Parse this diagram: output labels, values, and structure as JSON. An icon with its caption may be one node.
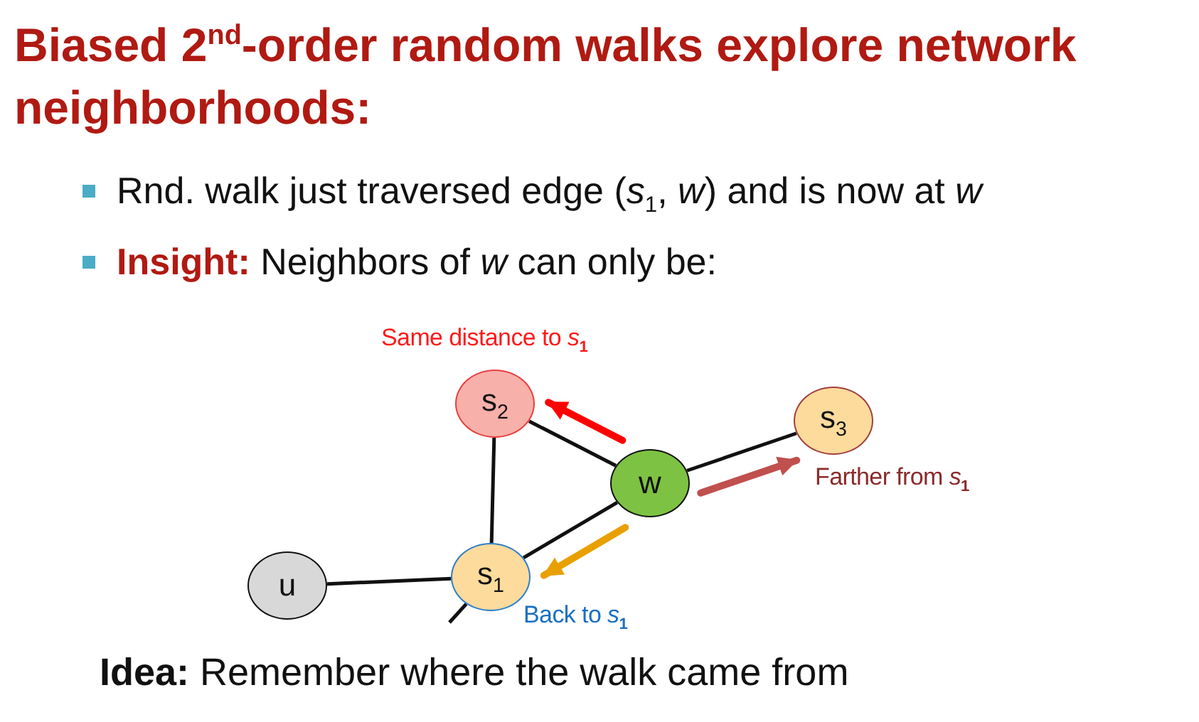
{
  "diagram": {
    "title": "Biased 2$^{nd}$-order random walks explore network neighborhoods:",
    "nodes": [
      {
        "text": [
          "s$_{2}$"
        ],
        "beside": [
          "Same distance to *s*$_{1}$"
        ]
      },
      {
        "text": [
          "s$_{3}$"
        ],
        "beside": [
          "Farther from *s*$_{1}$"
        ]
      },
      {
        "text": [
          "w"
        ]
      },
      {
        "text": [
          "u"
        ]
      },
      {
        "text": [
          "s$_{1}$"
        ],
        "beside": [
          "Back to *s*$_{1}$"
        ]
      }
    ],
    "edges": [
      {
        "from": 2,
        "to": 0,
        "arrow": "none"
      },
      {
        "from": 0,
        "to": 4,
        "arrow": "none"
      },
      {
        "from": 2,
        "to": 1,
        "arrow": "none"
      },
      {
        "from": 2,
        "to": 4,
        "arrow": "none"
      },
      {
        "from": 3,
        "to": 4,
        "arrow": "none"
      },
      {
        "from": 4,
        "to": null,
        "arrow": "none"
      },
      {
        "from": 2,
        "to": 0,
        "arrow": "to",
        "style": "thick",
        "color": "#ff0000"
      },
      {
        "from": 2,
        "to": 1,
        "arrow": "to",
        "style": "thick",
        "color": "#c0504d"
      },
      {
        "from": 2,
        "to": 4,
        "arrow": "to",
        "style": "thick",
        "color": "#e8a000"
      }
    ],
    "labels": [
      "Rnd. walk just traversed edge (*s*$_{1}$, *w*) and is now at *w*",
      "**Insight:** Neighbors of *w* can only be:",
      "**Idea:** Remember where the walk came from"
    ]
  }
}
